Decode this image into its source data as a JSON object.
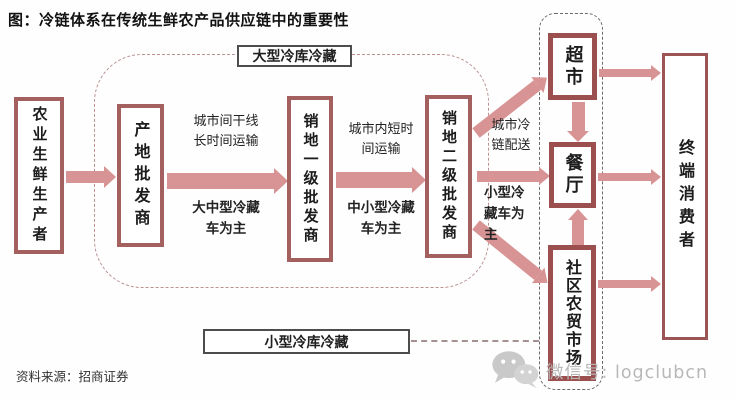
{
  "title": "图：冷链体系在传统生鲜农产品供应链中的重要性",
  "source_note": "资料来源：招商证券",
  "watermark": {
    "icon": "wechat-icon",
    "label": "微信号: logclubcn"
  },
  "zones": {
    "large_cold_storage": {
      "label": "大型冷库冷藏"
    },
    "small_cold_storage": {
      "label": "小型冷库冷藏"
    }
  },
  "nodes": {
    "producer": {
      "label": "农业生鲜生产者"
    },
    "origin_wholesaler": {
      "label": "产地批发商"
    },
    "destination_tier1_wholesaler": {
      "label": "销地一级批发商"
    },
    "destination_tier2_wholesaler": {
      "label": "销地二级批发商"
    },
    "supermarket": {
      "label": "超市"
    },
    "restaurant": {
      "label": "餐厅"
    },
    "community_farmers_market": {
      "label": "社区农贸市场"
    },
    "end_consumer": {
      "label": "终端消费者"
    }
  },
  "edge_labels": {
    "intercity_trunk": {
      "route": "城市间干线\n长时间运输",
      "vehicle": "大中型冷藏\n车为主"
    },
    "intracity": {
      "route": "城市内短时\n间运输",
      "vehicle": "中小型冷藏\n车为主"
    },
    "city_cold_delivery": {
      "route": "城市冷\n链配送",
      "vehicle": "小型冷\n藏车为\n主"
    }
  },
  "colors": {
    "node_border": "#a45f5f",
    "retail_node_border": "#9c4f4f",
    "arrow": "#d89494",
    "zone_dash": "#bb9191",
    "label_box_border": "#4d4d4d",
    "watermark_gray": "#b8b8b8"
  }
}
